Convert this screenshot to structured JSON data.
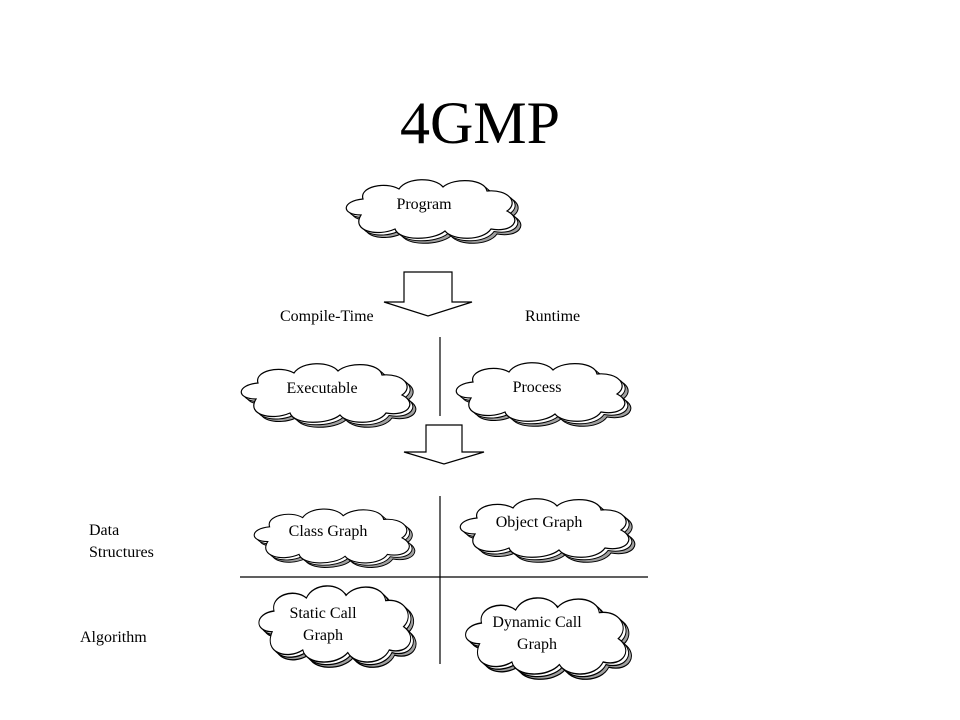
{
  "title": "4GMP",
  "nodes": {
    "program": "Program",
    "executable": "Executable",
    "process": "Process",
    "class_graph": "Class Graph",
    "object_graph": "Object Graph",
    "static_call_graph_line1": "Static Call",
    "static_call_graph_line2": "Graph",
    "dynamic_call_graph_line1": "Dynamic Call",
    "dynamic_call_graph_line2": "Graph"
  },
  "labels": {
    "compile_time": "Compile-Time",
    "runtime": "Runtime",
    "data_line1": "Data",
    "data_line2": "Structures",
    "algorithm": "Algorithm"
  },
  "colors": {
    "cloud_fill": "#ffffff",
    "cloud_shadow": "#a0a0a0",
    "stroke": "#000000"
  }
}
